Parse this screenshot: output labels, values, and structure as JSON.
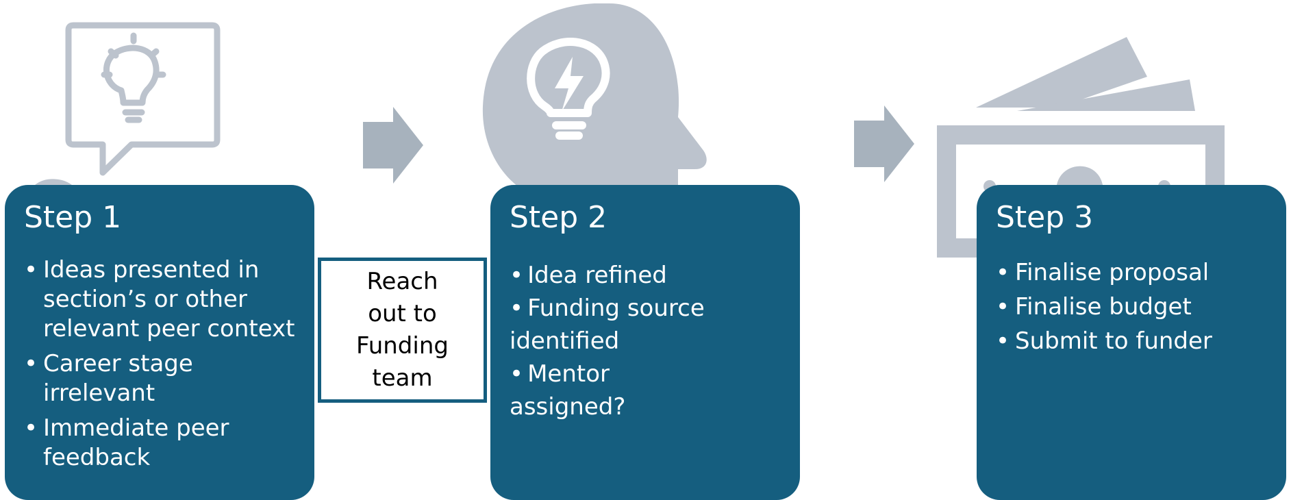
{
  "colors": {
    "card_background": "#155e7f",
    "card_text": "#ffffff",
    "icon_gray": "#bcc3cd",
    "arrow_gray": "#a7b2bd",
    "callout_border": "#155e7f"
  },
  "icons": {
    "step1": "speech-bubble-lightbulb-icon",
    "step2": "head-lightbulb-icon",
    "step3": "money-bills-icon",
    "arrow": "right-arrow-icon"
  },
  "steps": [
    {
      "title": "Step 1",
      "bullets": [
        "Ideas presented in section’s or other relevant peer context",
        "Career stage irrelevant",
        "Immediate peer feedback"
      ]
    },
    {
      "title": "Step 2",
      "bullets": [
        "Idea refined",
        "Funding source identified",
        "Mentor assigned?"
      ]
    },
    {
      "title": "Step 3",
      "bullets": [
        "Finalise proposal",
        "Finalise budget",
        "Submit to funder"
      ]
    }
  ],
  "callout": {
    "text": "Reach out to Funding team"
  }
}
